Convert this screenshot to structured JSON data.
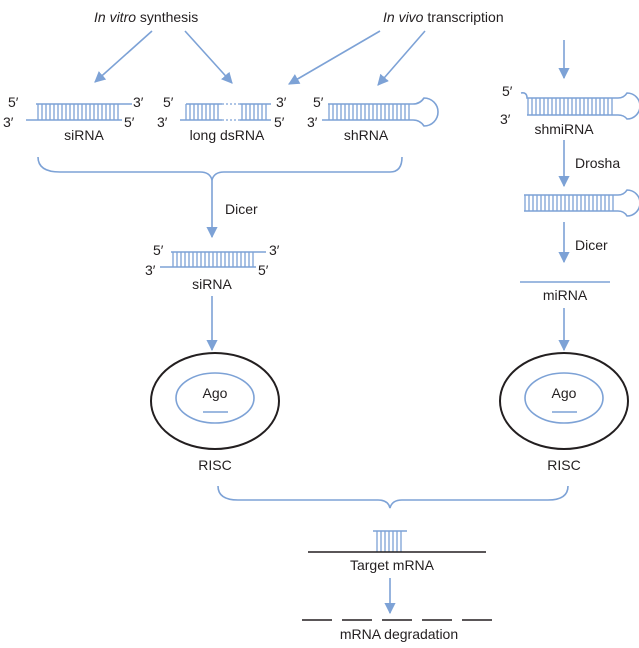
{
  "colors": {
    "accent": "#7da2d6",
    "text": "#231f20"
  },
  "top": {
    "in_vitro_em": "In vitro",
    "in_vitro_rest": " synthesis",
    "in_vivo_em": "In vivo",
    "in_vivo_rest": " transcription"
  },
  "ends": {
    "five": "5′",
    "three": "3′"
  },
  "labels": {
    "sirna": "siRNA",
    "long_dsrna": "long dsRNA",
    "shrna": "shRNA",
    "shmirna": "shmiRNA",
    "drosha": "Drosha",
    "dicer": "Dicer",
    "mirna": "miRNA",
    "ago": "Ago",
    "risc": "RISC",
    "target_mrna": "Target mRNA",
    "degradation": "mRNA degradation"
  }
}
